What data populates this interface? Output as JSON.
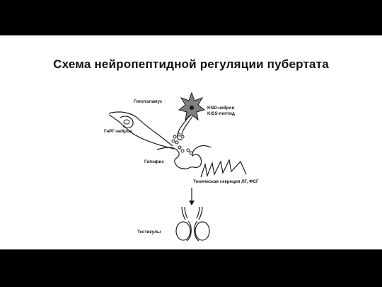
{
  "slide": {
    "title": "Схема нейропептидной регуляции пубертата"
  },
  "diagram": {
    "labels": {
      "hypothalamus": "Гипоталамус",
      "knd_neuron": "KND-нейрон",
      "kiss_peptide": "KISS-пептид",
      "gnrh_neuron": "ГнРГ-нейрон",
      "pituitary": "Гипофиз",
      "tonic_secretion": "Тоническая секреция ЛГ, ФСГ",
      "testicles": "Тестикулы"
    }
  },
  "colors": {
    "background": "#000000",
    "slide": "#ffffff",
    "neuron_fill": "#808080",
    "line": "#1a1a1a"
  },
  "icons": [
    "star-neuron-icon",
    "arrow-down-icon"
  ]
}
